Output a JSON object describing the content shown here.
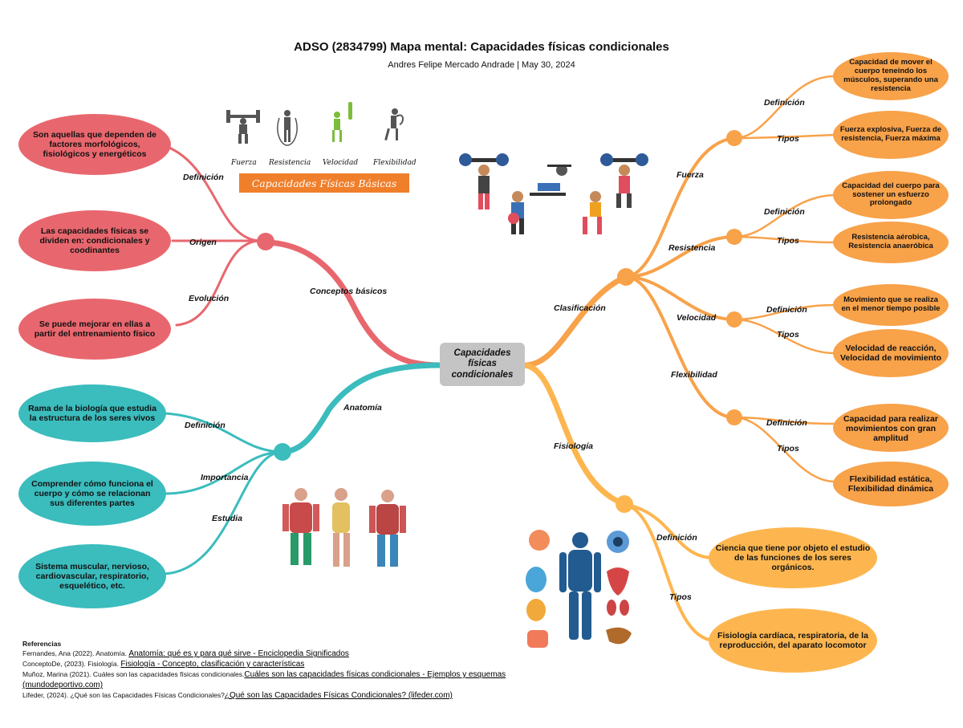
{
  "header": {
    "title": "ADSO (2834799) Mapa mental: Capacidades físicas condicionales",
    "subtitle": "Andres Felipe Mercado Andrade  |  May 30, 2024"
  },
  "central": {
    "label": "Capacidades físicas condicionales"
  },
  "banner": {
    "title": "Capacidades Físicas Básicas",
    "icons": [
      {
        "icon": "weightlifting-icon",
        "caption": "Fuerza"
      },
      {
        "icon": "jump-rope-icon",
        "caption": "Resistencia"
      },
      {
        "icon": "boxing-icon",
        "caption": "Velocidad"
      },
      {
        "icon": "stretching-icon",
        "caption": "Flexibilidad"
      }
    ]
  },
  "colors": {
    "red": "#e8676e",
    "teal": "#3bbcbd",
    "orange": "#f8a24a",
    "yellow": "#fdb64f"
  },
  "branches": {
    "conceptos": {
      "label": "Conceptos básicos",
      "links": [
        "Definición",
        "Origen",
        "Evolución"
      ],
      "nodes": [
        "Son aquellas que dependen de factores morfológicos, fisiológicos y energéticos",
        "Las capacidades físicas se dividen en: condicionales y coodinantes",
        "Se puede mejorar en ellas a partir del entrenamiento físico"
      ]
    },
    "anatomia": {
      "label": "Anatomía",
      "links": [
        "Definición",
        "Importancia",
        "Estudia"
      ],
      "nodes": [
        "Rama de la biología que estudia la estructura de los seres vivos",
        "Comprender cómo funciona el cuerpo y cómo se relacionan sus diferentes partes",
        "Sistema muscular, nervioso, cardiovascular, respiratorio, esquelético, etc."
      ]
    },
    "clasificacion": {
      "label": "Clasificación",
      "subs": [
        {
          "label": "Fuerza",
          "def_label": "Definición",
          "types_label": "Tipos",
          "def": "Capacidad de mover el cuerpo teneindo los músculos, superando una resistencia",
          "types": "Fuerza explosiva, Fuerza de resistencia, Fuerza máxima"
        },
        {
          "label": "Resistencia",
          "def_label": "Definición",
          "types_label": "Tipos",
          "def": "Capacidad del cuerpo para sostener un esfuerzo prolongado",
          "types": "Resistencia aérobica, Resistencia anaeróbica"
        },
        {
          "label": "Velocidad",
          "def_label": "Definición",
          "types_label": "Tipos",
          "def": "Movimiento que se realiza en el menor tiempo posible",
          "types": "Velocidad de reacción, Velocidad de movimiento"
        },
        {
          "label": "Flexibilidad",
          "def_label": "Definición",
          "types_label": "Tipos",
          "def": "Capacidad para realizar movimientos con gran amplitud",
          "types": "Flexibilidad estática, Flexibilidad dinámica"
        }
      ]
    },
    "fisiologia": {
      "label": "Fisiología",
      "links": [
        "Definición",
        "Tipos"
      ],
      "nodes": [
        "Ciencia que tiene por objeto el estudio de las funciones de los seres orgánicos.",
        "Fisiología cardíaca, respiratoria, de la reproducción, del aparato locomotor"
      ]
    }
  },
  "references": {
    "heading": "Referencias",
    "items": [
      {
        "text": "Fernandes, Ana (2022). Anatomía. ",
        "link": "Anatomía: qué es y para qué sirve - Enciclopedia Significados"
      },
      {
        "text": "ConceptoDe, (2023). Fisiología. ",
        "link": "Fisiología - Concepto, clasificación y características"
      },
      {
        "text": "Muñoz, Marina (2021). Cuáles son las capacidades físicas condicionales.",
        "link": "Cuáles son las capacidades físicas condicionales - Ejemplos y esquemas (mundodeportivo.com)"
      },
      {
        "text": "Lifeder, (2024). ¿Qué son las Capacidades Físicas Condicionales?",
        "link": "¿Qué son las Capacidades Físicas Condicionales? (lifeder.com)"
      }
    ]
  }
}
